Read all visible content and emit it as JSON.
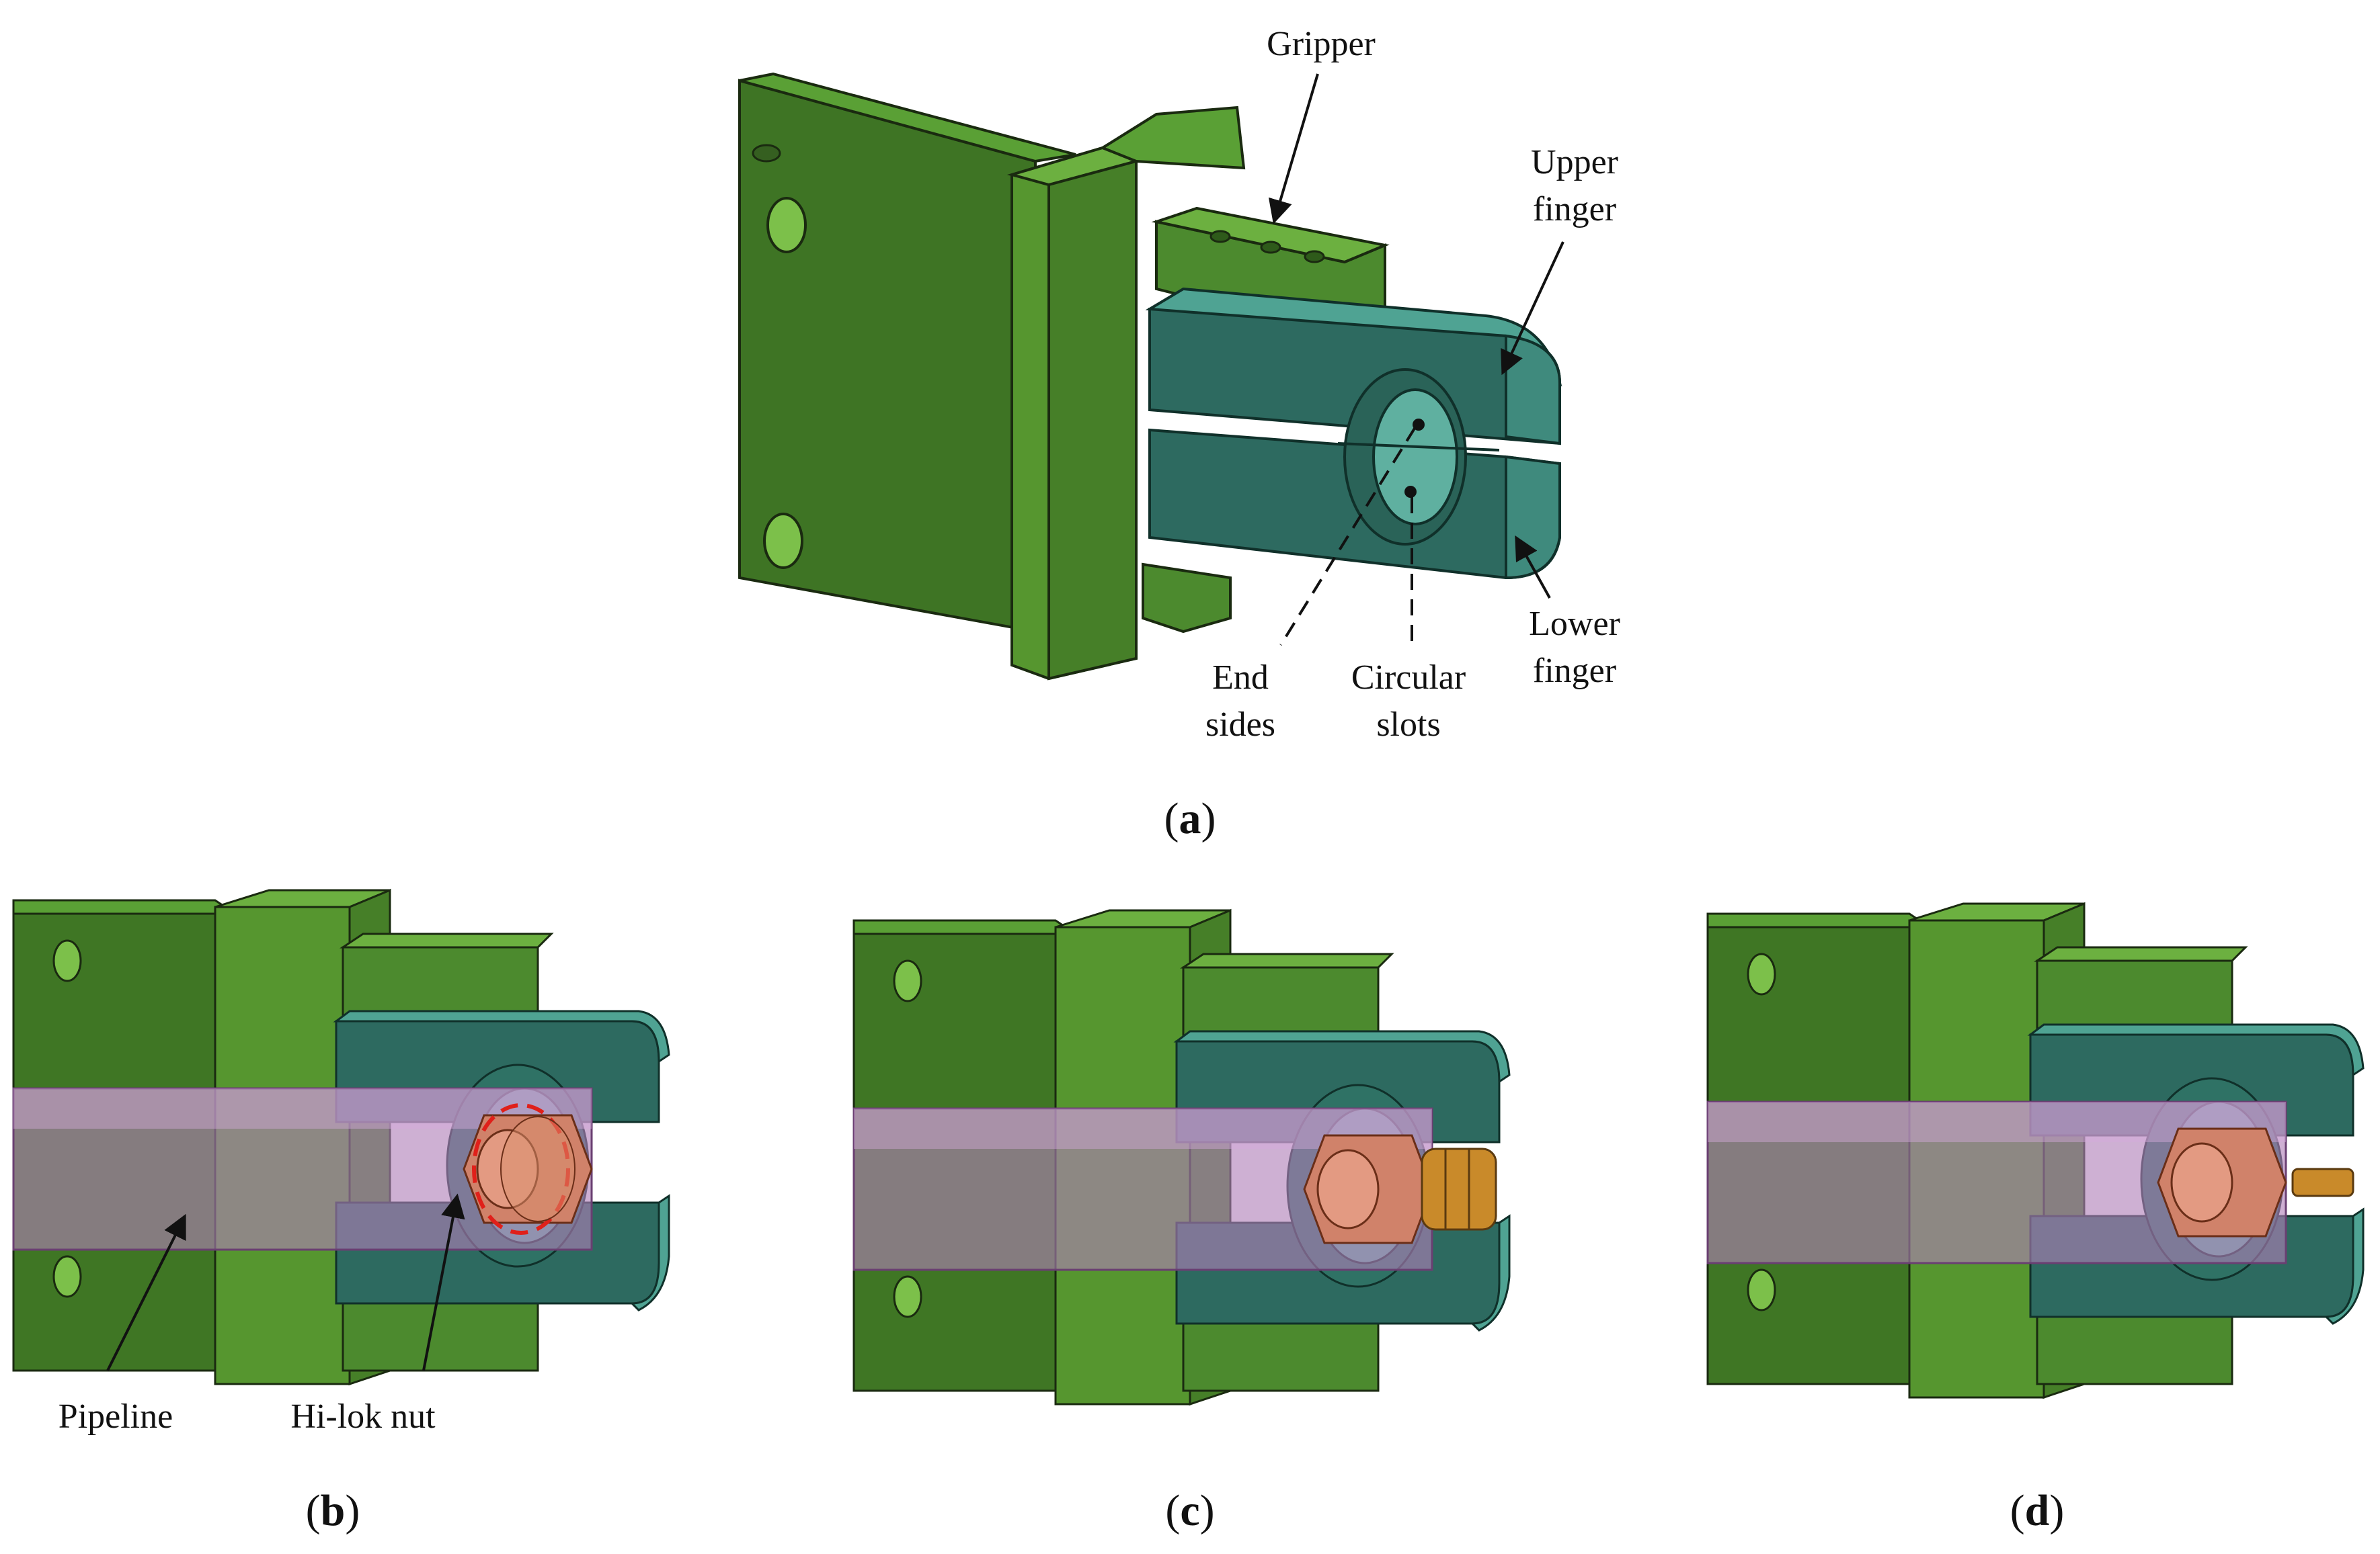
{
  "labels": {
    "gripper": "Gripper",
    "upper_finger": [
      "Upper",
      "finger"
    ],
    "lower_finger": [
      "Lower",
      "finger"
    ],
    "end_sides": [
      "End",
      "sides"
    ],
    "circular_slots": [
      "Circular",
      "slots"
    ],
    "pipeline": "Pipeline",
    "hilok_nut": "Hi-lok nut"
  },
  "captions": {
    "a": "a",
    "b": "b",
    "c": "c",
    "d": "d"
  },
  "colors": {
    "green_light": "#5e9e3a",
    "green_mid": "#4c8a2e",
    "green_dark": "#3a6e22",
    "teal_light": "#4fa393",
    "teal_dark": "#2d6a60",
    "pipe": "#b07fb8",
    "nut": "#d0826a",
    "washer": "#c98a2a",
    "highlight": "#e0201a"
  }
}
